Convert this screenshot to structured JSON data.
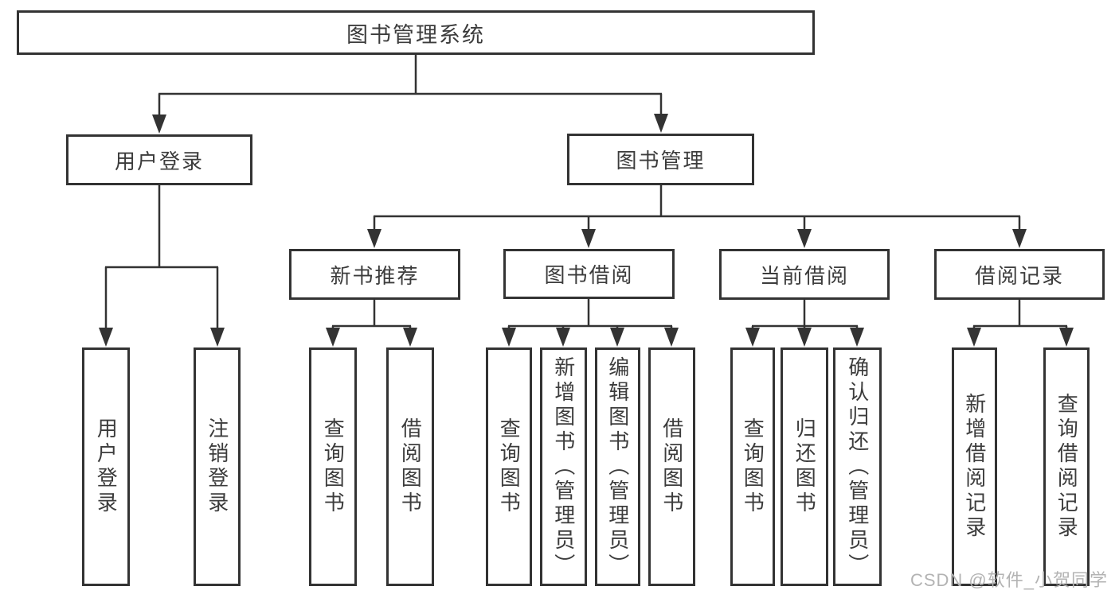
{
  "tree": {
    "root": {
      "label": "图书管理系统",
      "children": [
        {
          "label": "用户登录",
          "children": [
            {
              "label": "用户登录"
            },
            {
              "label": "注销登录"
            }
          ]
        },
        {
          "label": "图书管理",
          "children": [
            {
              "label": "新书推荐",
              "children": [
                {
                  "label": "查询图书"
                },
                {
                  "label": "借阅图书"
                }
              ]
            },
            {
              "label": "图书借阅",
              "children": [
                {
                  "label": "查询图书"
                },
                {
                  "label": "新增图书（管理员）"
                },
                {
                  "label": "编辑图书（管理员）"
                },
                {
                  "label": "借阅图书"
                }
              ]
            },
            {
              "label": "当前借阅",
              "children": [
                {
                  "label": "查询图书"
                },
                {
                  "label": "归还图书"
                },
                {
                  "label": "确认归还（管理员）"
                }
              ]
            },
            {
              "label": "借阅记录",
              "children": [
                {
                  "label": "新增借阅记录"
                },
                {
                  "label": "查询借阅记录"
                }
              ]
            }
          ]
        }
      ]
    }
  },
  "watermark": {
    "text": "CSDN @软件_小贺同学"
  },
  "colors": {
    "box_border": "#333333",
    "connector_line": "#333333",
    "label_text": "#3c3c3c",
    "background": "#ffffff",
    "watermark_text": "#b3b3b3"
  }
}
